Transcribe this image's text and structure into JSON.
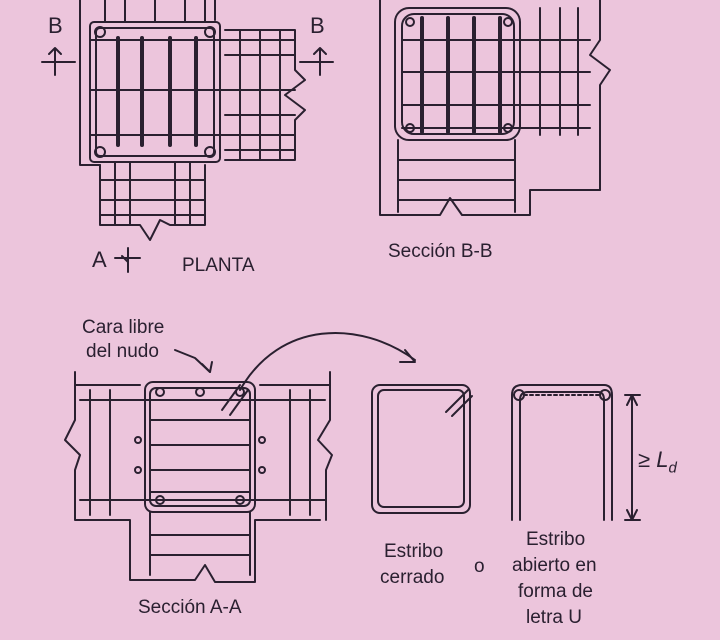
{
  "labels": {
    "section_b_left": "B",
    "section_b_right": "B",
    "section_a": "A",
    "planta": "PLANTA",
    "seccion_bb": "Sección B-B",
    "cara_libre_line1": "Cara libre",
    "cara_libre_line2": "del nudo",
    "seccion_aa": "Sección A-A",
    "estribo_cerrado_line1": "Estribo",
    "estribo_cerrado_line2": "cerrado",
    "connector_o": "o",
    "estribo_abierto_line1": "Estribo",
    "estribo_abierto_line2": "abierto en",
    "estribo_abierto_line3": "forma de",
    "estribo_abierto_line4": "letra U",
    "ld_ge": "≥",
    "ld_symbol": "L",
    "ld_subscript": "d"
  },
  "colors": {
    "background": "#ecc5dc",
    "ink": "#2a2030"
  }
}
